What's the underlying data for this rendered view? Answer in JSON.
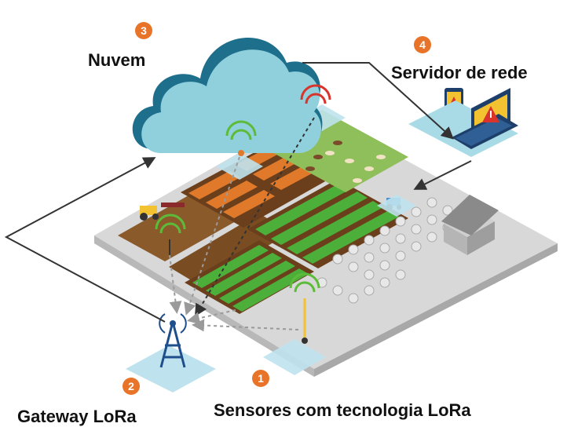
{
  "labels": {
    "cloud": "Nuvem",
    "network_server": "Servidor de rede",
    "gateway": "Gateway LoRa",
    "sensors": "Sensores com tecnologia LoRa"
  },
  "steps": {
    "sensors": "1",
    "gateway": "2",
    "cloud": "3",
    "network_server": "4"
  },
  "colors": {
    "step_badge": "#e8742a",
    "cloud_light": "#8fd0dc",
    "cloud_dark": "#1d6f8c",
    "soil": "#8a5a2b",
    "crop_green": "#4caf3a",
    "pasture": "#8fbf5a",
    "signal_red": "#d9342b",
    "signal_green": "#5dbb3a",
    "tower": "#1e4f8c"
  },
  "icons": [
    "cloud-icon",
    "laptop-icon",
    "phone-icon",
    "warning-icon",
    "gateway-tower-icon",
    "wifi-signal-icon",
    "barn-icon",
    "tractor-icon",
    "sensor-icon"
  ]
}
